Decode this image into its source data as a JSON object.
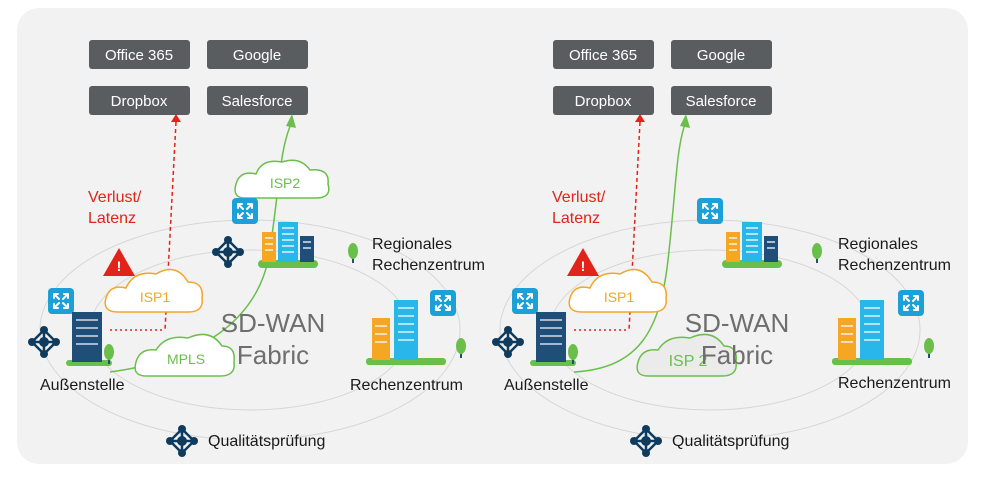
{
  "panels": [
    {
      "services": [
        "Office 365",
        "Google",
        "Dropbox",
        "Salesforce"
      ],
      "loss_label_line1": "Verlust/",
      "loss_label_line2": "Latenz",
      "isp_top": "ISP2",
      "isp_mid": "ISP1",
      "isp_bottom": "MPLS",
      "regional_line1": "Regionales",
      "regional_line2": "Rechenzentrum",
      "datacenter": "Rechenzentrum",
      "branch": "Außenstelle",
      "fabric_line1": "SD-WAN",
      "fabric_line2": "Fabric",
      "quality": "Qualitätsprüfung"
    },
    {
      "services": [
        "Office 365",
        "Google",
        "Dropbox",
        "Salesforce"
      ],
      "loss_label_line1": "Verlust/",
      "loss_label_line2": "Latenz",
      "isp_mid": "ISP1",
      "isp_bottom": "ISP 2",
      "regional_line1": "Regionales",
      "regional_line2": "Rechenzentrum",
      "datacenter": "Rechenzentrum",
      "branch": "Außenstelle",
      "fabric_line1": "SD-WAN",
      "fabric_line2": "Fabric",
      "quality": "Qualitätsprüfung"
    }
  ],
  "colors": {
    "service_box": "#5a5d60",
    "loss_red": "#e2231a",
    "path_green": "#6abf4b",
    "cloud_orange": "#f5a623",
    "router_blue": "#1ba0d7",
    "building_navy": "#1f4e79",
    "building_cyan": "#29b6e8",
    "building_orange": "#f5a623",
    "grass": "#6abf4b",
    "icon_navy": "#0e3b5e",
    "fabric_text": "#6e6e6e"
  }
}
